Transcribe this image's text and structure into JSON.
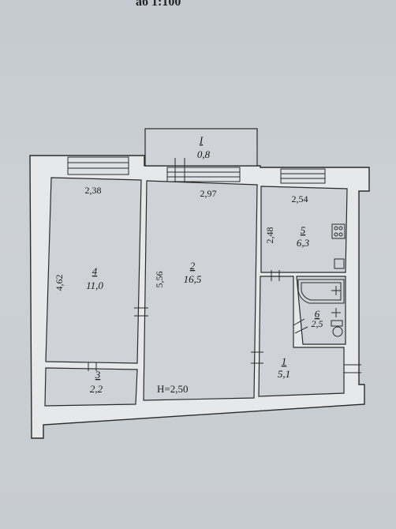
{
  "header": {
    "scale_text": "аб 1:100"
  },
  "rooms": [
    {
      "id": "r1",
      "number": "1",
      "area": "5,1"
    },
    {
      "id": "r2",
      "number": "2",
      "area": "16,5"
    },
    {
      "id": "r3",
      "number": "3",
      "area": "2,2"
    },
    {
      "id": "r4",
      "number": "4",
      "area": "11,0"
    },
    {
      "id": "r5",
      "number": "5",
      "area": "6,3"
    },
    {
      "id": "r6",
      "number": "6",
      "area": "2,5"
    },
    {
      "id": "balcony",
      "number": "I",
      "area": "0,8"
    }
  ],
  "dimensions": {
    "room4_width": "2,38",
    "room4_length": "4,62",
    "room2_width": "2,97",
    "room2_length": "5,56",
    "room5_width": "2,54",
    "room5_length": "2,48"
  },
  "ceiling_height": "H=2,50"
}
